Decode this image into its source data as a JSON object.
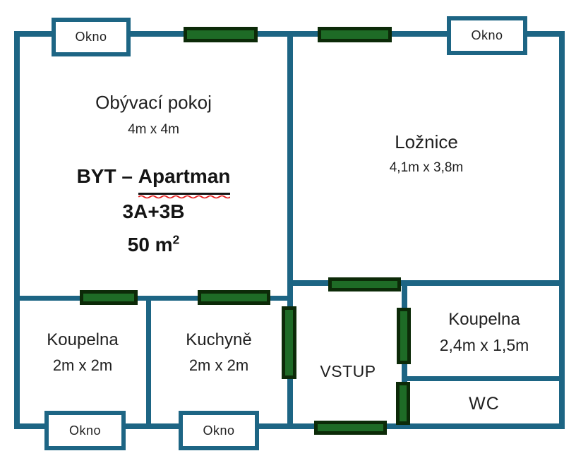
{
  "plan": {
    "window_label": "Okno",
    "title": {
      "line1_prefix": "BYT – ",
      "line1_underlined": "Apartman",
      "line2": "3A+3B",
      "area_value": "50 m",
      "area_exponent": "2"
    },
    "rooms": [
      {
        "id": "obyvaci-pokoj",
        "name": "Obývací pokoj",
        "dimensions": "4m x 4m"
      },
      {
        "id": "loznice",
        "name": "Ložnice",
        "dimensions": "4,1m x 3,8m"
      },
      {
        "id": "koupelna-left",
        "name": "Koupelna",
        "dimensions": "2m x 2m"
      },
      {
        "id": "kuchyne",
        "name": "Kuchyně",
        "dimensions": "2m x 2m"
      },
      {
        "id": "vstup",
        "name": "VSTUP",
        "dimensions": ""
      },
      {
        "id": "koupelna-right",
        "name": "Koupelna",
        "dimensions": "2,4m x 1,5m"
      },
      {
        "id": "wc",
        "name": "WC",
        "dimensions": ""
      }
    ],
    "colors": {
      "wall": "#1d6584",
      "door_fill": "#1e6b26",
      "door_border": "#0c2a08",
      "text": "#1f1f1f",
      "spell_squiggle": "#e31c1c",
      "background": "#ffffff"
    }
  }
}
